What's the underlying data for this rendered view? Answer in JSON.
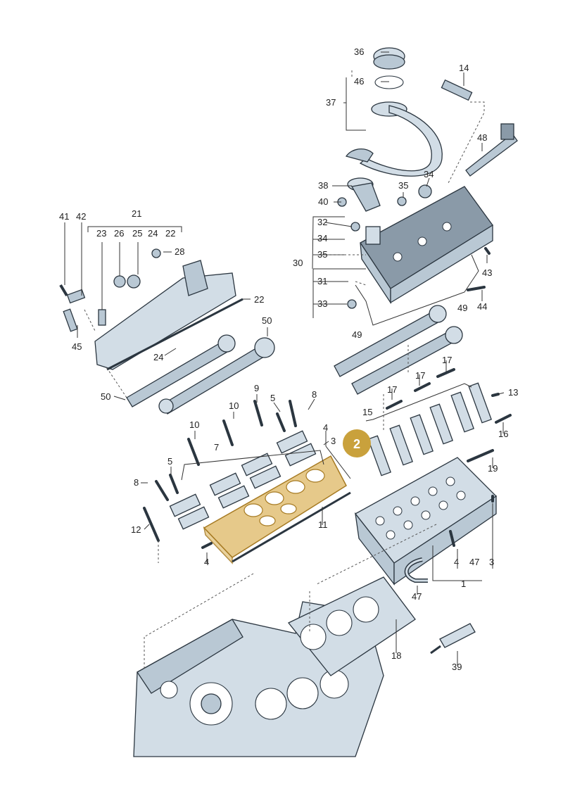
{
  "labels": {
    "l36": "36",
    "l46": "46",
    "l37": "37",
    "l14": "14",
    "l48": "48",
    "l38": "38",
    "l34a": "34",
    "l35a": "35",
    "l40": "40",
    "l32": "32",
    "l34b": "34",
    "l35b": "35",
    "l30": "30",
    "l31": "31",
    "l33": "33",
    "l43": "43",
    "l44": "44",
    "l49a": "49",
    "l49b": "49",
    "l41": "41",
    "l42": "42",
    "l21": "21",
    "l23": "23",
    "l26": "26",
    "l25": "25",
    "l24a": "24",
    "l22a": "22",
    "l28": "28",
    "l22b": "22",
    "l45": "45",
    "l24b": "24",
    "l50a": "50",
    "l50b": "50",
    "l9": "9",
    "l8a": "8",
    "l10a": "10",
    "l5a": "5",
    "l10b": "10",
    "l4a": "4",
    "l3a": "3",
    "l7": "7",
    "l5b": "5",
    "l8b": "8",
    "l12": "12",
    "l11": "11",
    "l4b": "4",
    "l17a": "17",
    "l17b": "17",
    "l13": "13",
    "l15": "15",
    "l16": "16",
    "l19": "19",
    "l4c": "4",
    "l47a": "47",
    "l3b": "3",
    "l1": "1",
    "l47b": "47",
    "l18": "18",
    "l39": "39"
  },
  "badge": {
    "number": "2",
    "color": "#c9a13c"
  },
  "colors": {
    "highlight": "#e6c98a",
    "part": "#d2dde6",
    "line": "#2b3640"
  }
}
